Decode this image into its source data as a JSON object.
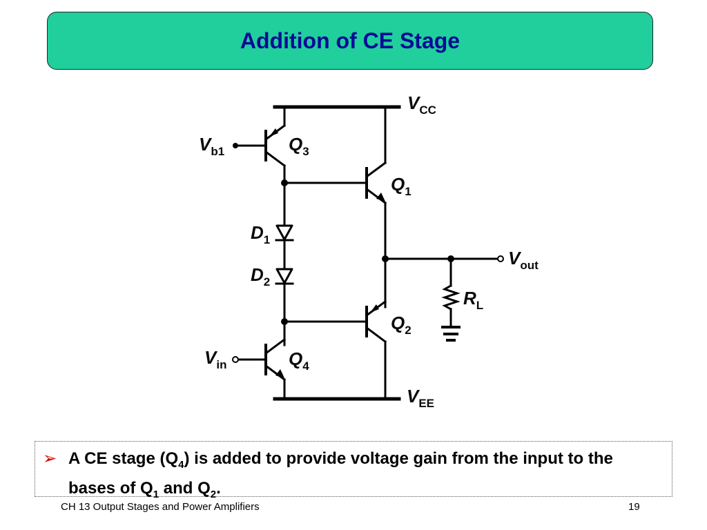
{
  "slide": {
    "title": "Addition of CE Stage",
    "footer_left": "CH 13 Output Stages and Power Amplifiers",
    "page_number": "19"
  },
  "circuit": {
    "vcc": {
      "main": "V",
      "sub": "CC"
    },
    "vee": {
      "main": "V",
      "sub": "EE"
    },
    "vb1": {
      "main": "V",
      "sub": "b1"
    },
    "vin": {
      "main": "V",
      "sub": "in"
    },
    "vout": {
      "main": "V",
      "sub": "out"
    },
    "q1": {
      "main": "Q",
      "sub": "1"
    },
    "q2": {
      "main": "Q",
      "sub": "2"
    },
    "q3": {
      "main": "Q",
      "sub": "3"
    },
    "q4": {
      "main": "Q",
      "sub": "4"
    },
    "d1": {
      "main": "D",
      "sub": "1"
    },
    "d2": {
      "main": "D",
      "sub": "2"
    },
    "rl": {
      "main": "R",
      "sub": "L"
    }
  },
  "note": {
    "bullet": "➢",
    "t1": "A CE stage (Q",
    "s1": "4",
    "t2": ") is added to provide voltage gain from the input to the bases of Q",
    "s2": "1",
    "t3": " and Q",
    "s3": "2",
    "t4": "."
  },
  "colors": {
    "title_bg": "#20cf9c",
    "title_text": "#0a0a96",
    "bullet": "#d40000"
  }
}
